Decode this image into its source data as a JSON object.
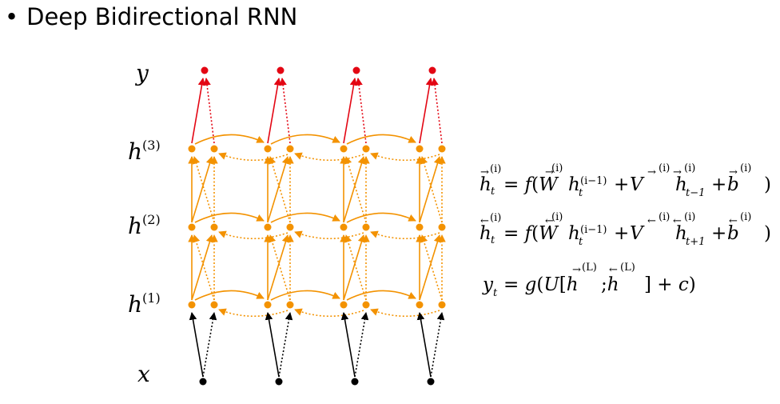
{
  "title": {
    "bullet": "•",
    "text": "Deep Bidirectional RNN"
  },
  "diagram": {
    "row_labels": [
      {
        "base": "y",
        "sup": ""
      },
      {
        "base": "h",
        "sup": "(3)"
      },
      {
        "base": "h",
        "sup": "(2)"
      },
      {
        "base": "h",
        "sup": "(1)"
      },
      {
        "base": "x",
        "sup": ""
      }
    ],
    "timesteps": 4,
    "colors": {
      "output": "#e30613",
      "hidden": "#f39200",
      "input": "#000000"
    }
  },
  "equations": [
    {
      "lhs": "h",
      "lhs_sup": "(i)",
      "lhs_sub": "t",
      "lhs_arrow": "→",
      "rhs": "= f(W h + V h + b )",
      "parts": {
        "W_sup": "(i)",
        "W_arrow": "→",
        "h1_sup": "(i−1)",
        "h1_sub": "t",
        "V_sup": "(i)",
        "V_arrow": "→",
        "h2_sup": "(i)",
        "h2_arrow": "→",
        "h2_sub": "t−1",
        "b_sup": "(i)",
        "b_arrow": "→"
      }
    },
    {
      "lhs": "h",
      "lhs_sup": "(i)",
      "lhs_sub": "t",
      "lhs_arrow": "←",
      "parts": {
        "W_sup": "(i)",
        "W_arrow": "←",
        "h1_sup": "(i−1)",
        "h1_sub": "t",
        "V_sup": "(i)",
        "V_arrow": "←",
        "h2_sup": "(i)",
        "h2_arrow": "←",
        "h2_sub": "t+1",
        "b_sup": "(i)",
        "b_arrow": "←"
      }
    },
    {
      "text": "y",
      "sub": "t",
      "rhs": "= g(U[h ;h ] + c)",
      "h_sup": "(L)",
      "h_fwd_arrow": "→",
      "h_bwd_arrow": "←"
    }
  ]
}
